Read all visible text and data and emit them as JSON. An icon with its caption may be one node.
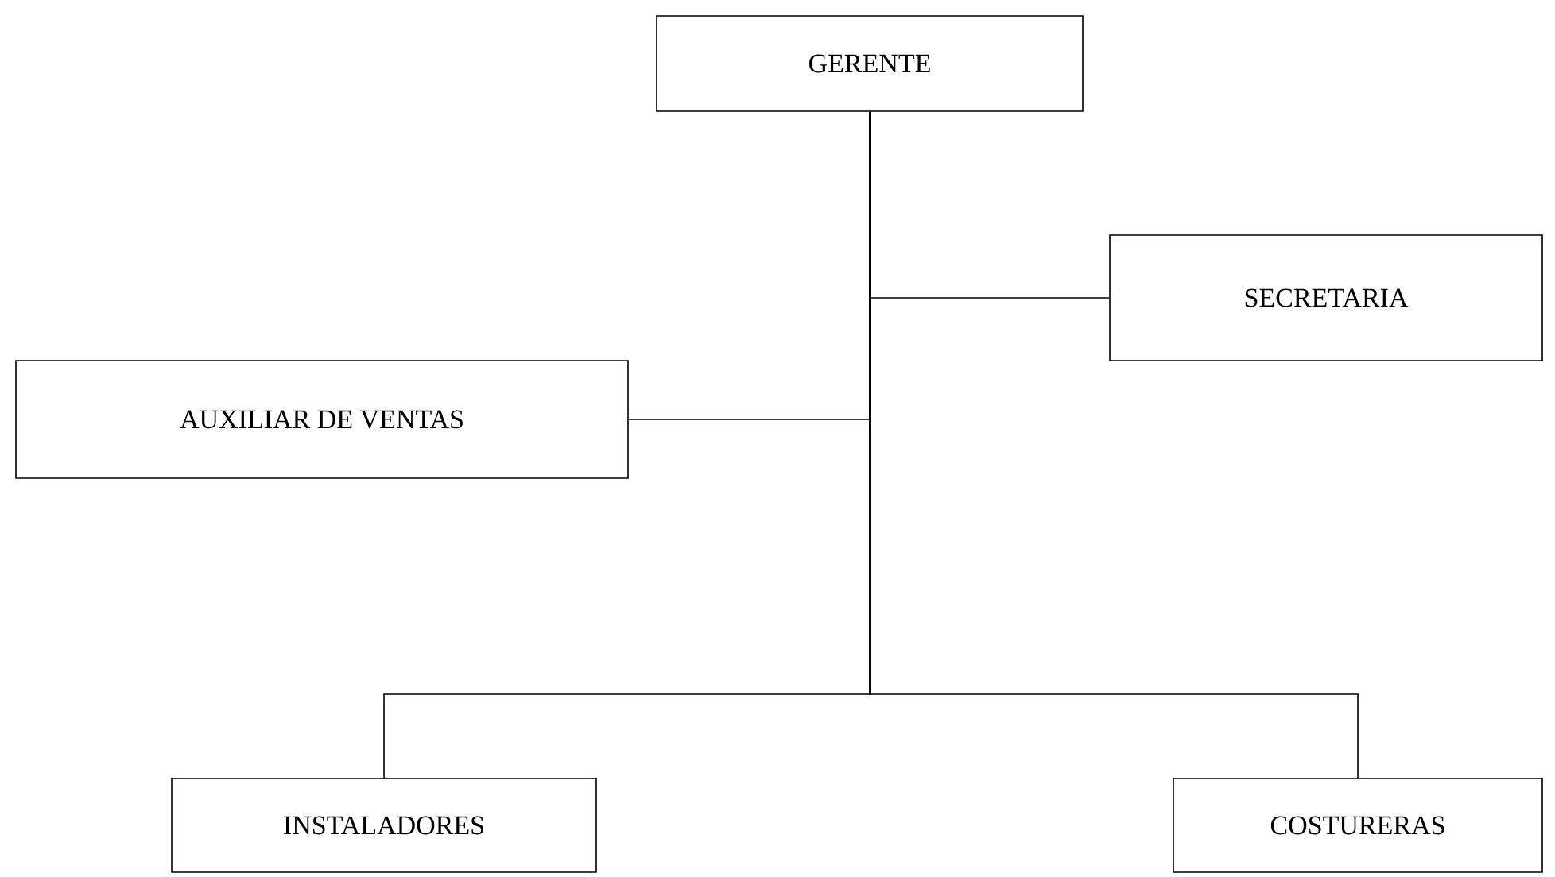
{
  "diagram": {
    "nodes": [
      {
        "text": [
          "GERENTE"
        ]
      },
      {
        "text": [
          "SECRETARIA"
        ]
      },
      {
        "text": [
          "AUXILIAR DE VENTAS"
        ]
      },
      {
        "text": [
          "INSTALADORES"
        ]
      },
      {
        "text": [
          "COSTURERAS"
        ]
      }
    ],
    "edges": [
      {
        "from": 0,
        "to": 1,
        "arrow": "none"
      },
      {
        "from": 0,
        "to": 2,
        "arrow": "none"
      },
      {
        "from": 0,
        "to": 3,
        "arrow": "none"
      },
      {
        "from": 0,
        "to": 4,
        "arrow": "none"
      }
    ]
  }
}
